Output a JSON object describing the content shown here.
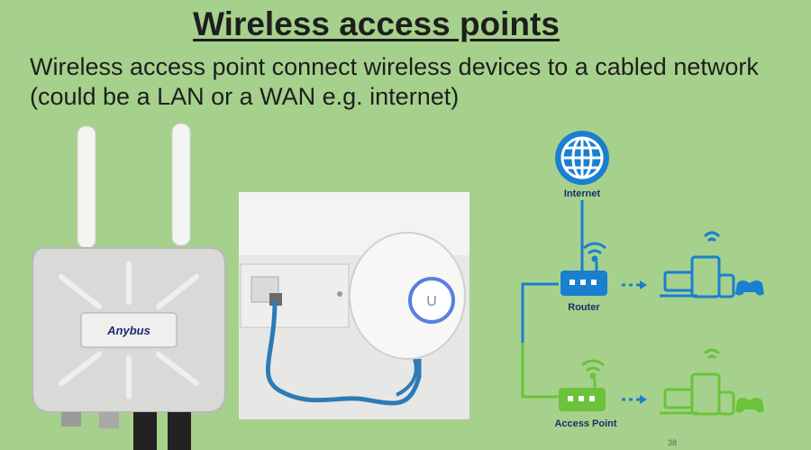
{
  "slide": {
    "title": "Wireless access points",
    "body": "Wireless access point connect wireless devices to a cabled network (could be a LAN or a WAN e.g. internet)",
    "page_number": "38"
  },
  "photos": {
    "outdoor_ap_brand": "Anybus"
  },
  "diagram": {
    "internet_label": "Internet",
    "router_label": "Router",
    "access_point_label": "Access Point",
    "colors": {
      "blue": "#1a7fcf",
      "green": "#6cc23a"
    }
  }
}
